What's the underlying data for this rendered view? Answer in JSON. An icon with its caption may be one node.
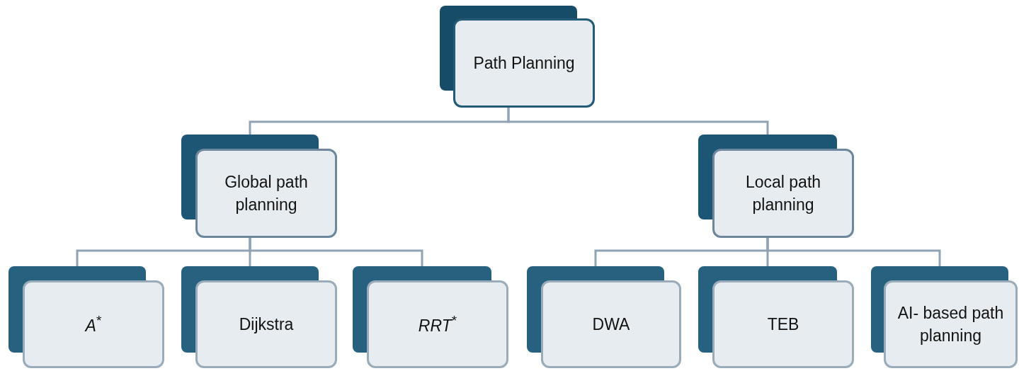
{
  "diagram": {
    "nodes": [
      {
        "text": [
          "Path Planning"
        ]
      },
      {
        "text": [
          "Global path planning"
        ]
      },
      {
        "text": [
          "Local path planning"
        ]
      },
      {
        "text": [
          "*A*$^{*}$"
        ]
      },
      {
        "text": [
          "Dijkstra"
        ]
      },
      {
        "text": [
          "*RRT*$^{*}$"
        ]
      },
      {
        "text": [
          "DWA"
        ]
      },
      {
        "text": [
          "TEB"
        ]
      },
      {
        "text": [
          "AI- based path planning"
        ]
      }
    ],
    "edges": [
      {
        "from": 0,
        "to": 1,
        "arrow": "none"
      },
      {
        "from": 0,
        "to": 2,
        "arrow": "none"
      },
      {
        "from": 1,
        "to": 3,
        "arrow": "none"
      },
      {
        "from": 1,
        "to": 4,
        "arrow": "none"
      },
      {
        "from": 1,
        "to": 5,
        "arrow": "none"
      },
      {
        "from": 2,
        "to": 6,
        "arrow": "none"
      },
      {
        "from": 2,
        "to": 7,
        "arrow": "none"
      },
      {
        "from": 2,
        "to": 8,
        "arrow": "none"
      }
    ]
  }
}
